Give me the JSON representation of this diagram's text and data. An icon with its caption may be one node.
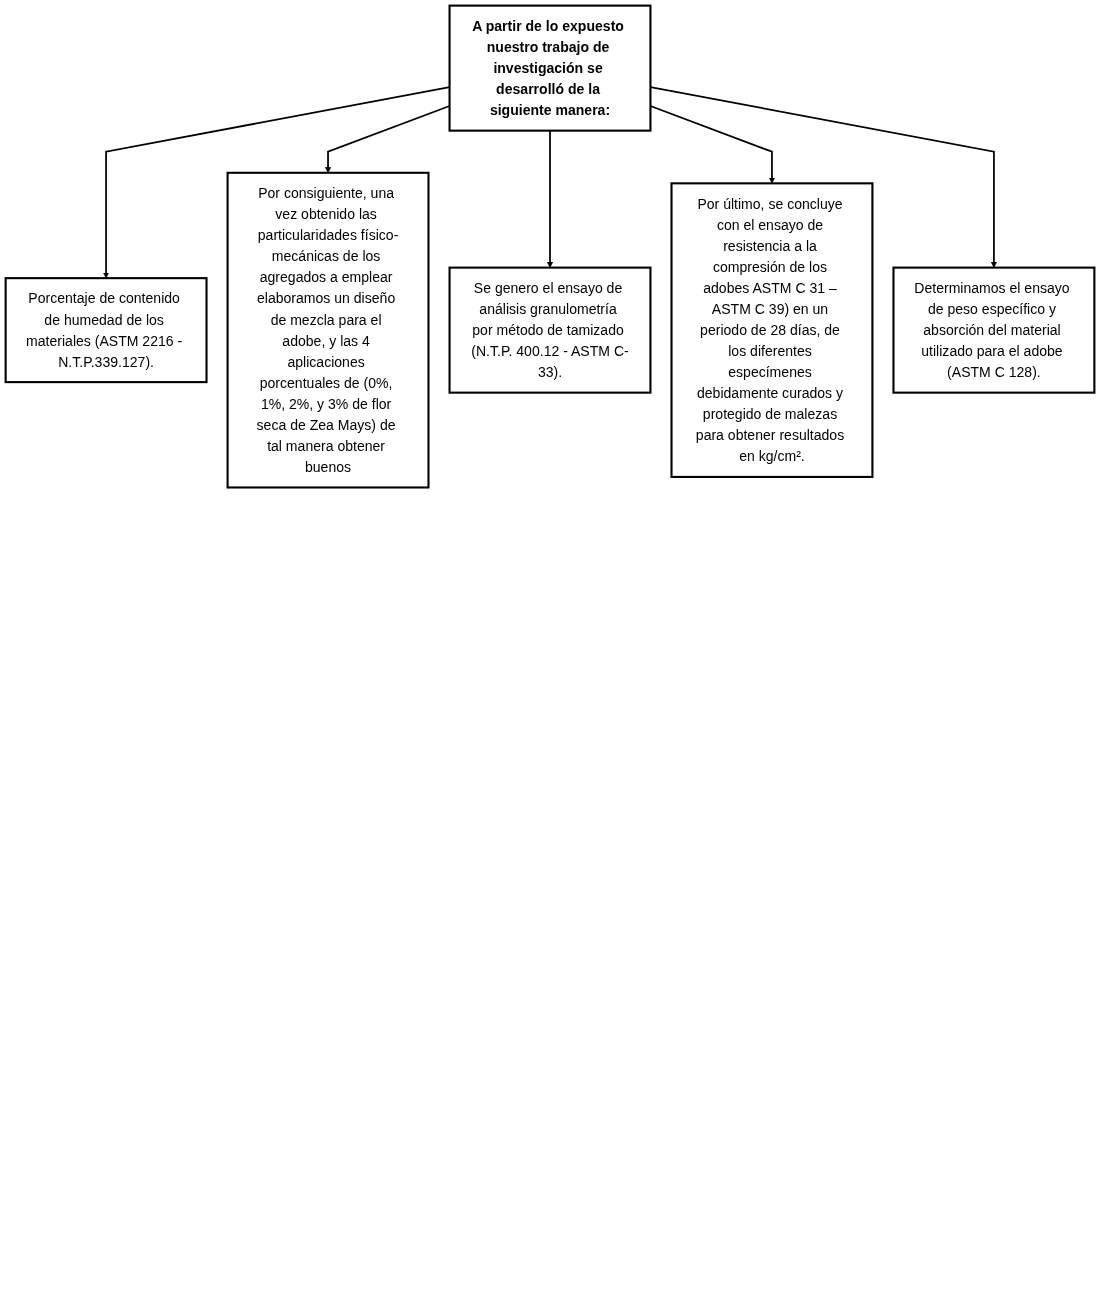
{
  "diagram": {
    "nodes": [
      {
        "text": [
          "A partir de lo expuesto nuestro trabajo de investigación se desarrolló de la siguiente manera:"
        ]
      },
      {
        "text": [
          "Porcentaje de contenido de humedad de los materiales (ASTM 2216 - N.T.P.339.127)."
        ]
      },
      {
        "text": [
          "Se genero el ensayo de análisis granulometría por método de tamizado (N.T.P. 400.12 - ASTM C-33)."
        ]
      },
      {
        "text": [
          "Determinamos el ensayo de peso específico y absorción del material utilizado para el adobe (ASTM C 128)."
        ]
      },
      {
        "text": [
          "Por consiguiente, una vez obtenido las particularidades físico-mecánicas de los agregados a emplear elaboramos un diseño de mezcla para el adobe, y las 4 aplicaciones porcentuales de (0%, 1%, 2%, y 3% de flor seca de Zea Mays) de tal manera obtener buenos"
        ]
      },
      {
        "text": [
          "Por último, se concluye con el ensayo de resistencia a la compresión de los adobes ASTM C 31 – ASTM C 39) en un periodo de 28 días, de los diferentes especímenes debidamente curados y protegido de malezas para obtener resultados en kg/cm²."
        ]
      }
    ],
    "edges": [
      {
        "from": 0,
        "to": 1,
        "arrow": "to"
      },
      {
        "from": 0,
        "to": 4,
        "arrow": "to"
      },
      {
        "from": 0,
        "to": 2,
        "arrow": "to"
      },
      {
        "from": 0,
        "to": 5,
        "arrow": "to"
      },
      {
        "from": 0,
        "to": 3,
        "arrow": "to"
      }
    ]
  }
}
